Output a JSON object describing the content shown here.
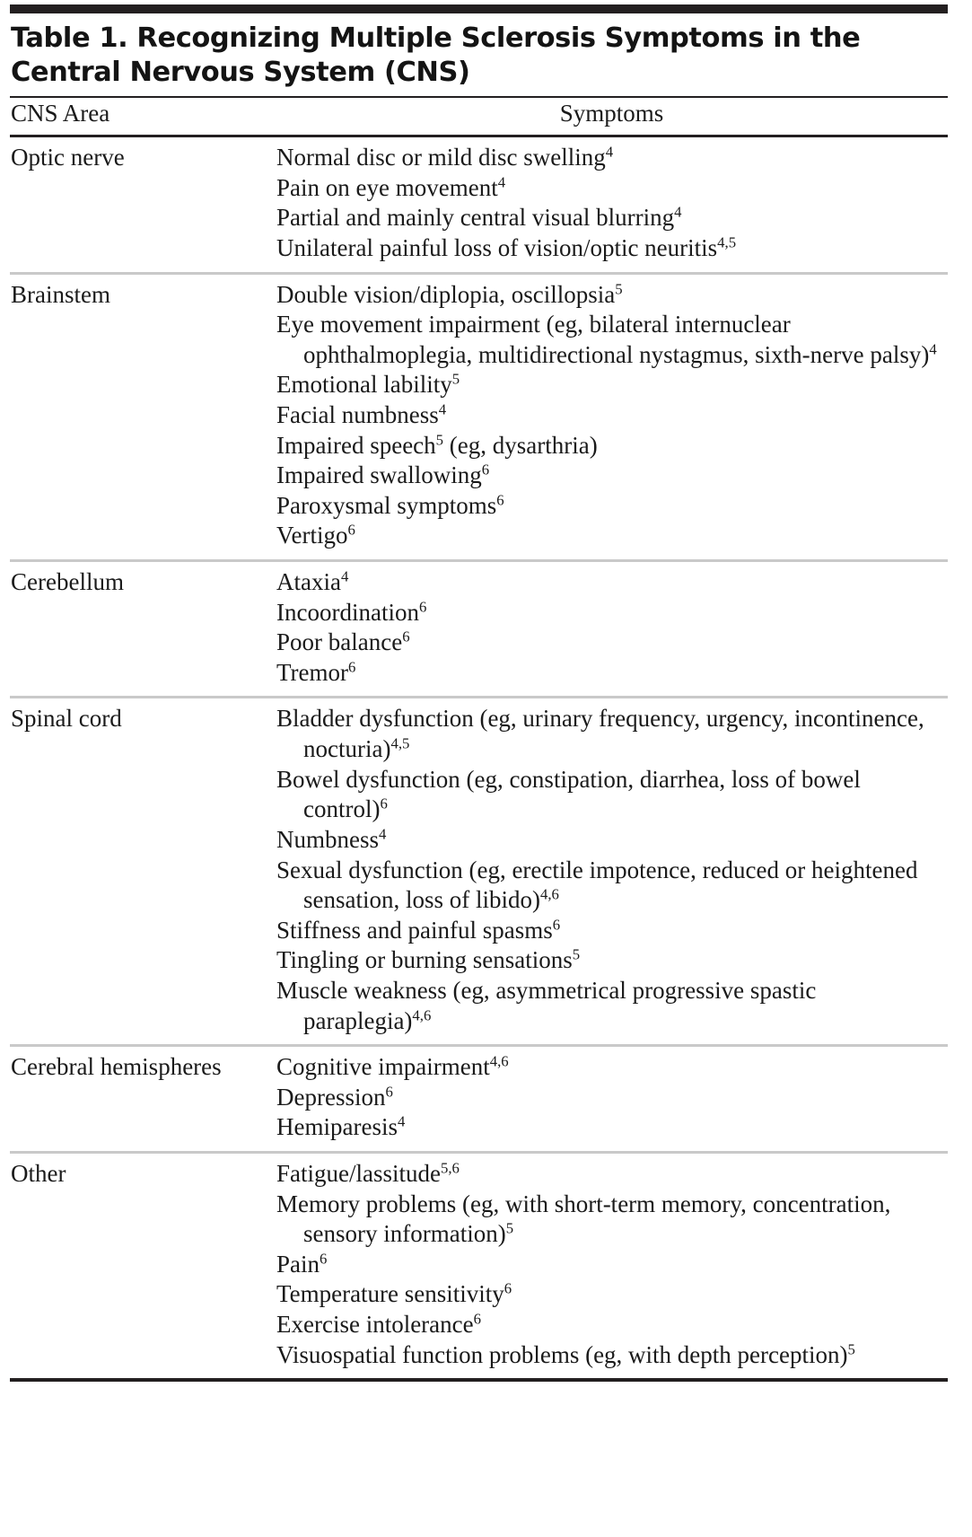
{
  "figure": {
    "title": "Table 1. Recognizing Multiple Sclerosis Symptoms in the Central Nervous System (CNS)",
    "rule_color": "#231f20",
    "divider_color": "#c9c9c9"
  },
  "table": {
    "columns": [
      {
        "key": "cns_area",
        "header": "CNS Area",
        "align": "left"
      },
      {
        "key": "symptoms",
        "header": "Symptoms",
        "align": "center"
      }
    ],
    "rows": [
      {
        "cns_area": "Optic nerve",
        "symptoms": [
          {
            "text": "Normal disc or mild disc swelling",
            "refs": "4"
          },
          {
            "text": "Pain on eye movement",
            "refs": "4"
          },
          {
            "text": "Partial and mainly central visual blurring",
            "refs": "4"
          },
          {
            "text": "Unilateral painful loss of vision/optic neuritis",
            "refs": "4,5"
          }
        ]
      },
      {
        "cns_area": "Brainstem",
        "symptoms": [
          {
            "text": "Double vision/diplopia, oscillopsia",
            "refs": "5"
          },
          {
            "text": "Eye movement impairment (eg, bilateral internuclear ophthalmoplegia, multidirectional nystagmus, sixth-nerve palsy)",
            "refs": "4"
          },
          {
            "text": "Emotional lability",
            "refs": "5"
          },
          {
            "text": "Facial numbness",
            "refs": "4"
          },
          {
            "text": "Impaired speech",
            "refs": "5",
            "suffix": " (eg, dysarthria)"
          },
          {
            "text": "Impaired swallowing",
            "refs": "6"
          },
          {
            "text": "Paroxysmal symptoms",
            "refs": "6"
          },
          {
            "text": "Vertigo",
            "refs": "6"
          }
        ]
      },
      {
        "cns_area": "Cerebellum",
        "symptoms": [
          {
            "text": "Ataxia",
            "refs": "4"
          },
          {
            "text": "Incoordination",
            "refs": "6"
          },
          {
            "text": "Poor balance",
            "refs": "6"
          },
          {
            "text": "Tremor",
            "refs": "6"
          }
        ]
      },
      {
        "cns_area": "Spinal cord",
        "symptoms": [
          {
            "text": "Bladder dysfunction (eg, urinary frequency, urgency, incontinence, nocturia)",
            "refs": "4,5"
          },
          {
            "text": "Bowel dysfunction (eg, constipation, diarrhea, loss of bowel control)",
            "refs": "6"
          },
          {
            "text": "Numbness",
            "refs": "4"
          },
          {
            "text": "Sexual dysfunction (eg, erectile impotence, reduced or heightened sensation, loss of libido)",
            "refs": "4,6"
          },
          {
            "text": "Stiffness and painful spasms",
            "refs": "6"
          },
          {
            "text": "Tingling or burning sensations",
            "refs": "5"
          },
          {
            "text": "Muscle weakness (eg, asymmetrical progressive spastic paraplegia)",
            "refs": "4,6"
          }
        ]
      },
      {
        "cns_area": "Cerebral hemispheres",
        "symptoms": [
          {
            "text": "Cognitive impairment",
            "refs": "4,6"
          },
          {
            "text": "Depression",
            "refs": "6"
          },
          {
            "text": "Hemiparesis",
            "refs": "4"
          }
        ]
      },
      {
        "cns_area": "Other",
        "symptoms": [
          {
            "text": "Fatigue/lassitude",
            "refs": "5,6"
          },
          {
            "text": "Memory problems (eg, with short-term memory, concentration, sensory information)",
            "refs": "5"
          },
          {
            "text": "Pain",
            "refs": "6"
          },
          {
            "text": "Temperature sensitivity",
            "refs": "6"
          },
          {
            "text": "Exercise intolerance",
            "refs": "6"
          },
          {
            "text": "Visuospatial function problems (eg, with depth perception)",
            "refs": "5"
          }
        ]
      }
    ]
  }
}
